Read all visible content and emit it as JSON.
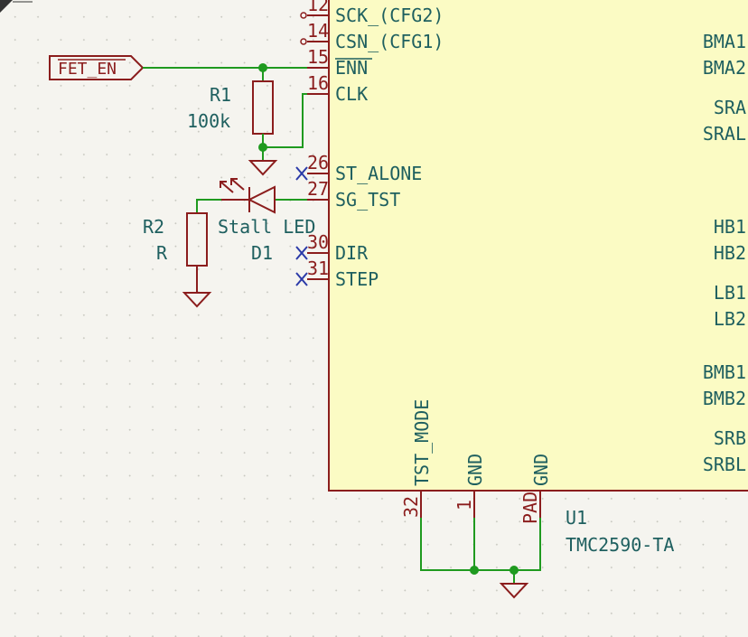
{
  "colors": {
    "wire": "#1f9a1f",
    "component": "#8b1d1d",
    "ic_body": "#fbfbc4",
    "text": "#1e5f5f",
    "no_connect": "#2b3aa8"
  },
  "net_label": {
    "text": "FET_EN"
  },
  "resistor_r1": {
    "ref": "R1",
    "value": "100k"
  },
  "resistor_r2": {
    "ref": "R2",
    "value": "R"
  },
  "led_d1": {
    "value": "Stall LED",
    "ref": "D1"
  },
  "ic": {
    "ref": "U1",
    "value": "TMC2590-TA",
    "left_pins": [
      {
        "num": "12",
        "name": "SCK_(CFG2)"
      },
      {
        "num": "14",
        "name": "CSN_(CFG1)"
      },
      {
        "num": "15",
        "name": "ENN"
      },
      {
        "num": "16",
        "name": "CLK"
      },
      {
        "num": "26",
        "name": "ST_ALONE"
      },
      {
        "num": "27",
        "name": "SG_TST"
      },
      {
        "num": "30",
        "name": "DIR"
      },
      {
        "num": "31",
        "name": "STEP"
      }
    ],
    "right_pins": [
      "BMA1",
      "BMA2",
      "SRA",
      "SRAL",
      "HB1",
      "HB2",
      "LB1",
      "LB2",
      "BMB1",
      "BMB2",
      "SRB",
      "SRBL"
    ],
    "bottom_pins": [
      {
        "num": "32",
        "name": "TST_MODE"
      },
      {
        "num": "1",
        "name": "GND"
      },
      {
        "num": "PAD",
        "name": "GND"
      }
    ]
  }
}
